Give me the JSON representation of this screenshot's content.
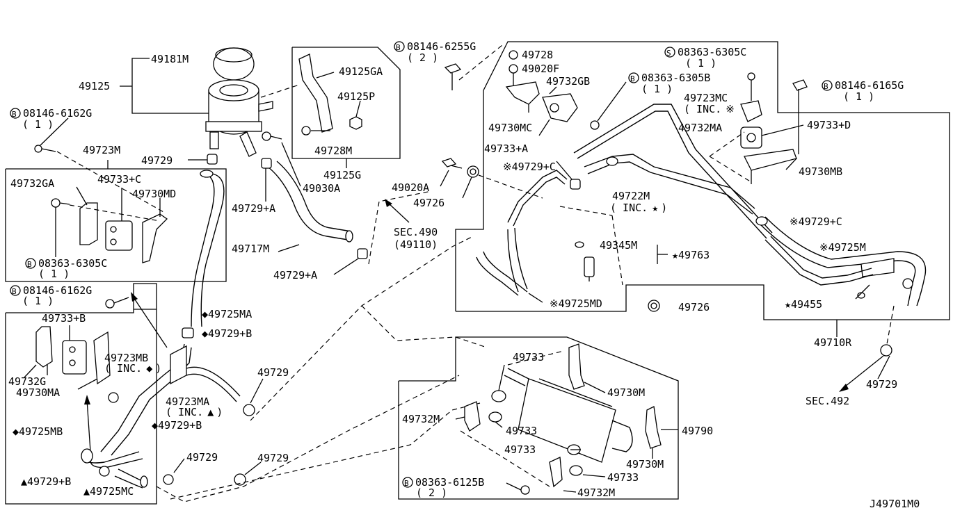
{
  "diagram_id": "J49701M0",
  "labels": {
    "p49181M": "49181M",
    "p49125": "49125",
    "b08146_6162G_top": "08146-6162G",
    "b08146_6162G_top_qty": "( 1 )",
    "p49723M": "49723M",
    "p49729_a": "49729",
    "p49732GA": "49732GA",
    "p49733C": "49733+C",
    "p49730MD": "49730MD",
    "b08363_6305C_left": "08363-6305C",
    "b08363_6305C_left_qty": "( 1 )",
    "b08146_6162G_mid": "08146-6162G",
    "b08146_6162G_mid_qty": "( 1 )",
    "p49733B": "49733+B",
    "p49732G": "49732G",
    "p49730MA": "49730MA",
    "p49725MA": "49725MA",
    "p49729B_a": "49729+B",
    "p49723MB": "49723MB",
    "p49723MB_inc": "( INC.",
    "p49723MA": "49723MA",
    "p49723MA_inc": "( INC.",
    "p49729B_b": "49729+B",
    "p49725MB": "49725MB",
    "p49729B_c": "49729+B",
    "p49725MC": "49725MC",
    "p49729_b": "49729",
    "p49729_c": "49729",
    "p49729_d": "49729",
    "p49125GA": "49125GA",
    "p49125P": "49125P",
    "p49728M": "49728M",
    "p49125G": "49125G",
    "p49030A": "49030A",
    "p49729A_a": "49729+A",
    "p49717M": "49717M",
    "p49729A_b": "49729+A",
    "sec490": "SEC.490",
    "sec490_sub": "(49110)",
    "b08146_6255G": "08146-6255G",
    "b08146_6255G_qty": "( 2 )",
    "p49728": "49728",
    "p49020F": "49020F",
    "p49732GB": "49732GB",
    "p49730MC": "49730MC",
    "p49733A": "49733+A",
    "p49729C_a": "49729+C",
    "p49020A": "49020A",
    "p49726_a": "49726",
    "b08363_6305B": "08363-6305B",
    "b08363_6305B_qty": "( 1 )",
    "s08363_6305C": "08363-6305C",
    "s08363_6305C_qty": "( 1 )",
    "p49723MC": "49723MC",
    "p49723MC_inc": "( INC.",
    "p49732MA": "49732MA",
    "b08146_6165G": "08146-6165G",
    "b08146_6165G_qty": "( 1 )",
    "p49733D": "49733+D",
    "p49730MB": "49730MB",
    "p49722M": "49722M",
    "p49722M_inc": "( INC.",
    "p49729C_b": "49729+C",
    "p49725M": "49725M",
    "p49345M": "49345M",
    "p49763": "49763",
    "p49725MD": "49725MD",
    "p49726_b": "49726",
    "p49455": "49455",
    "p49710R": "49710R",
    "p49729_e": "49729",
    "sec492": "SEC.492",
    "p49733_a": "49733",
    "p49730M_a": "49730M",
    "p49732M_a": "49732M",
    "p49733_b": "49733",
    "p49733_c": "49733",
    "p49790": "49790",
    "p49730M_b": "49730M",
    "p49733_d": "49733",
    "b08363_6125B": "08363-6125B",
    "b08363_6125B_qty": "( 2 )",
    "p49732M_b": "49732M",
    "prefix_B": "B",
    "prefix_S": "S",
    "sym_diamond": "◆",
    "sym_triangle": "▲",
    "sym_star": "★",
    "sym_note": "※",
    "close_paren": ")"
  }
}
